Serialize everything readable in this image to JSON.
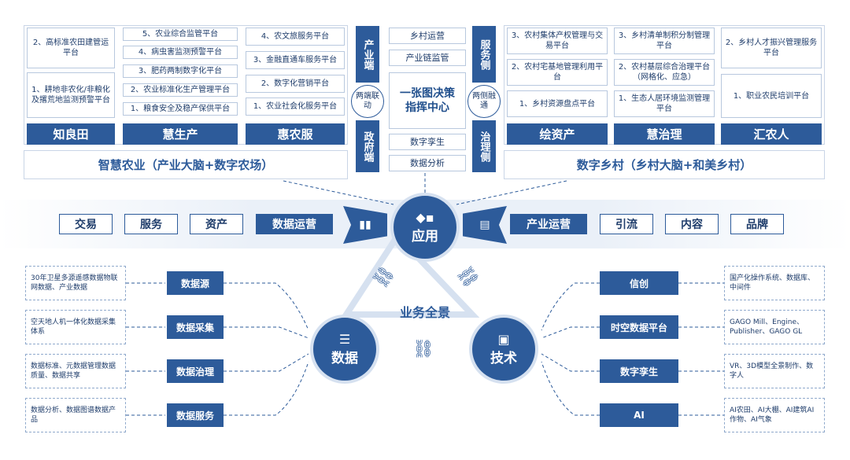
{
  "left_block": {
    "col1": {
      "items": [
        "2、高标准农田建管运平台",
        "1、耕地非农化/非粮化及撂荒地监测预警平台"
      ],
      "label": "知良田"
    },
    "col2": {
      "items": [
        "5、农业综合监管平台",
        "4、病虫害监测预警平台",
        "3、肥药两制数字化平台",
        "2、农业标准化生产管理平台",
        "1、粮食安全及稳产保供平台"
      ],
      "label": "慧生产"
    },
    "col3": {
      "items": [
        "4、农文旅服务平台",
        "3、金融直通车服务平台",
        "2、数字化营销平台",
        "1、农业社会化服务平台"
      ],
      "label": "惠农服"
    },
    "banner": "智慧农业（产业大脑+数字农场）"
  },
  "center_block": {
    "top_left_vlabel": "产业端",
    "bottom_left_vlabel": "政府端",
    "left_link": "两端联动",
    "top_right_vlabel": "服务侧",
    "bottom_right_vlabel": "治理侧",
    "right_link": "两侧融通",
    "top_items": [
      "乡村运营",
      "产业链监管"
    ],
    "center_title": "一张图决策指挥中心",
    "bottom_items": [
      "数字孪生",
      "数据分析"
    ]
  },
  "right_block": {
    "col1": {
      "items": [
        "3、农村集体产权管理与交易平台",
        "2、农村宅基地管理利用平台",
        "1、乡村资源盘点平台"
      ],
      "label": "绘资产"
    },
    "col2": {
      "items": [
        "3、乡村清单制积分制管理平台",
        "2、农村基层综合治理平台（网格化、应急）",
        "1、生态人居环境监测管理平台"
      ],
      "label": "慧治理"
    },
    "col3": {
      "items": [
        "2、乡村人才振兴管理服务平台",
        "1、职业农民培训平台"
      ],
      "label": "汇农人"
    },
    "banner": "数字乡村（乡村大脑+和美乡村）"
  },
  "ops_row": {
    "left": [
      "交易",
      "服务",
      "资产",
      "数据运营"
    ],
    "right": [
      "产业运营",
      "引流",
      "内容",
      "品牌"
    ]
  },
  "hub": {
    "apply": "应用",
    "data": "数据",
    "tech": "技术",
    "overview": "业务全景"
  },
  "data_side": [
    {
      "label": "数据源",
      "desc": "30年卫星多源遥感数据物联网数据、产业数据"
    },
    {
      "label": "数据采集",
      "desc": "空天地人机一体化数据采集体系"
    },
    {
      "label": "数据治理",
      "desc": "数据标准、元数据管理数据质量、数据共享"
    },
    {
      "label": "数据服务",
      "desc": "数据分析、数据图谱数据产品"
    }
  ],
  "tech_side": [
    {
      "label": "信创",
      "desc": "国产化操作系统、数据库、中间件"
    },
    {
      "label": "时空数据平台",
      "desc": "GAGO Mill、Engine、Publisher、GAGO GL"
    },
    {
      "label": "数字孪生",
      "desc": "VR、3D模型全景制作、数字人"
    },
    {
      "label": "AI",
      "desc": "AI农田、AI大棚、AI建筑AI作物、AI气象"
    }
  ],
  "colors": {
    "primary": "#2d5b9a",
    "light": "#d6e1f0",
    "border": "#b8c8de"
  }
}
